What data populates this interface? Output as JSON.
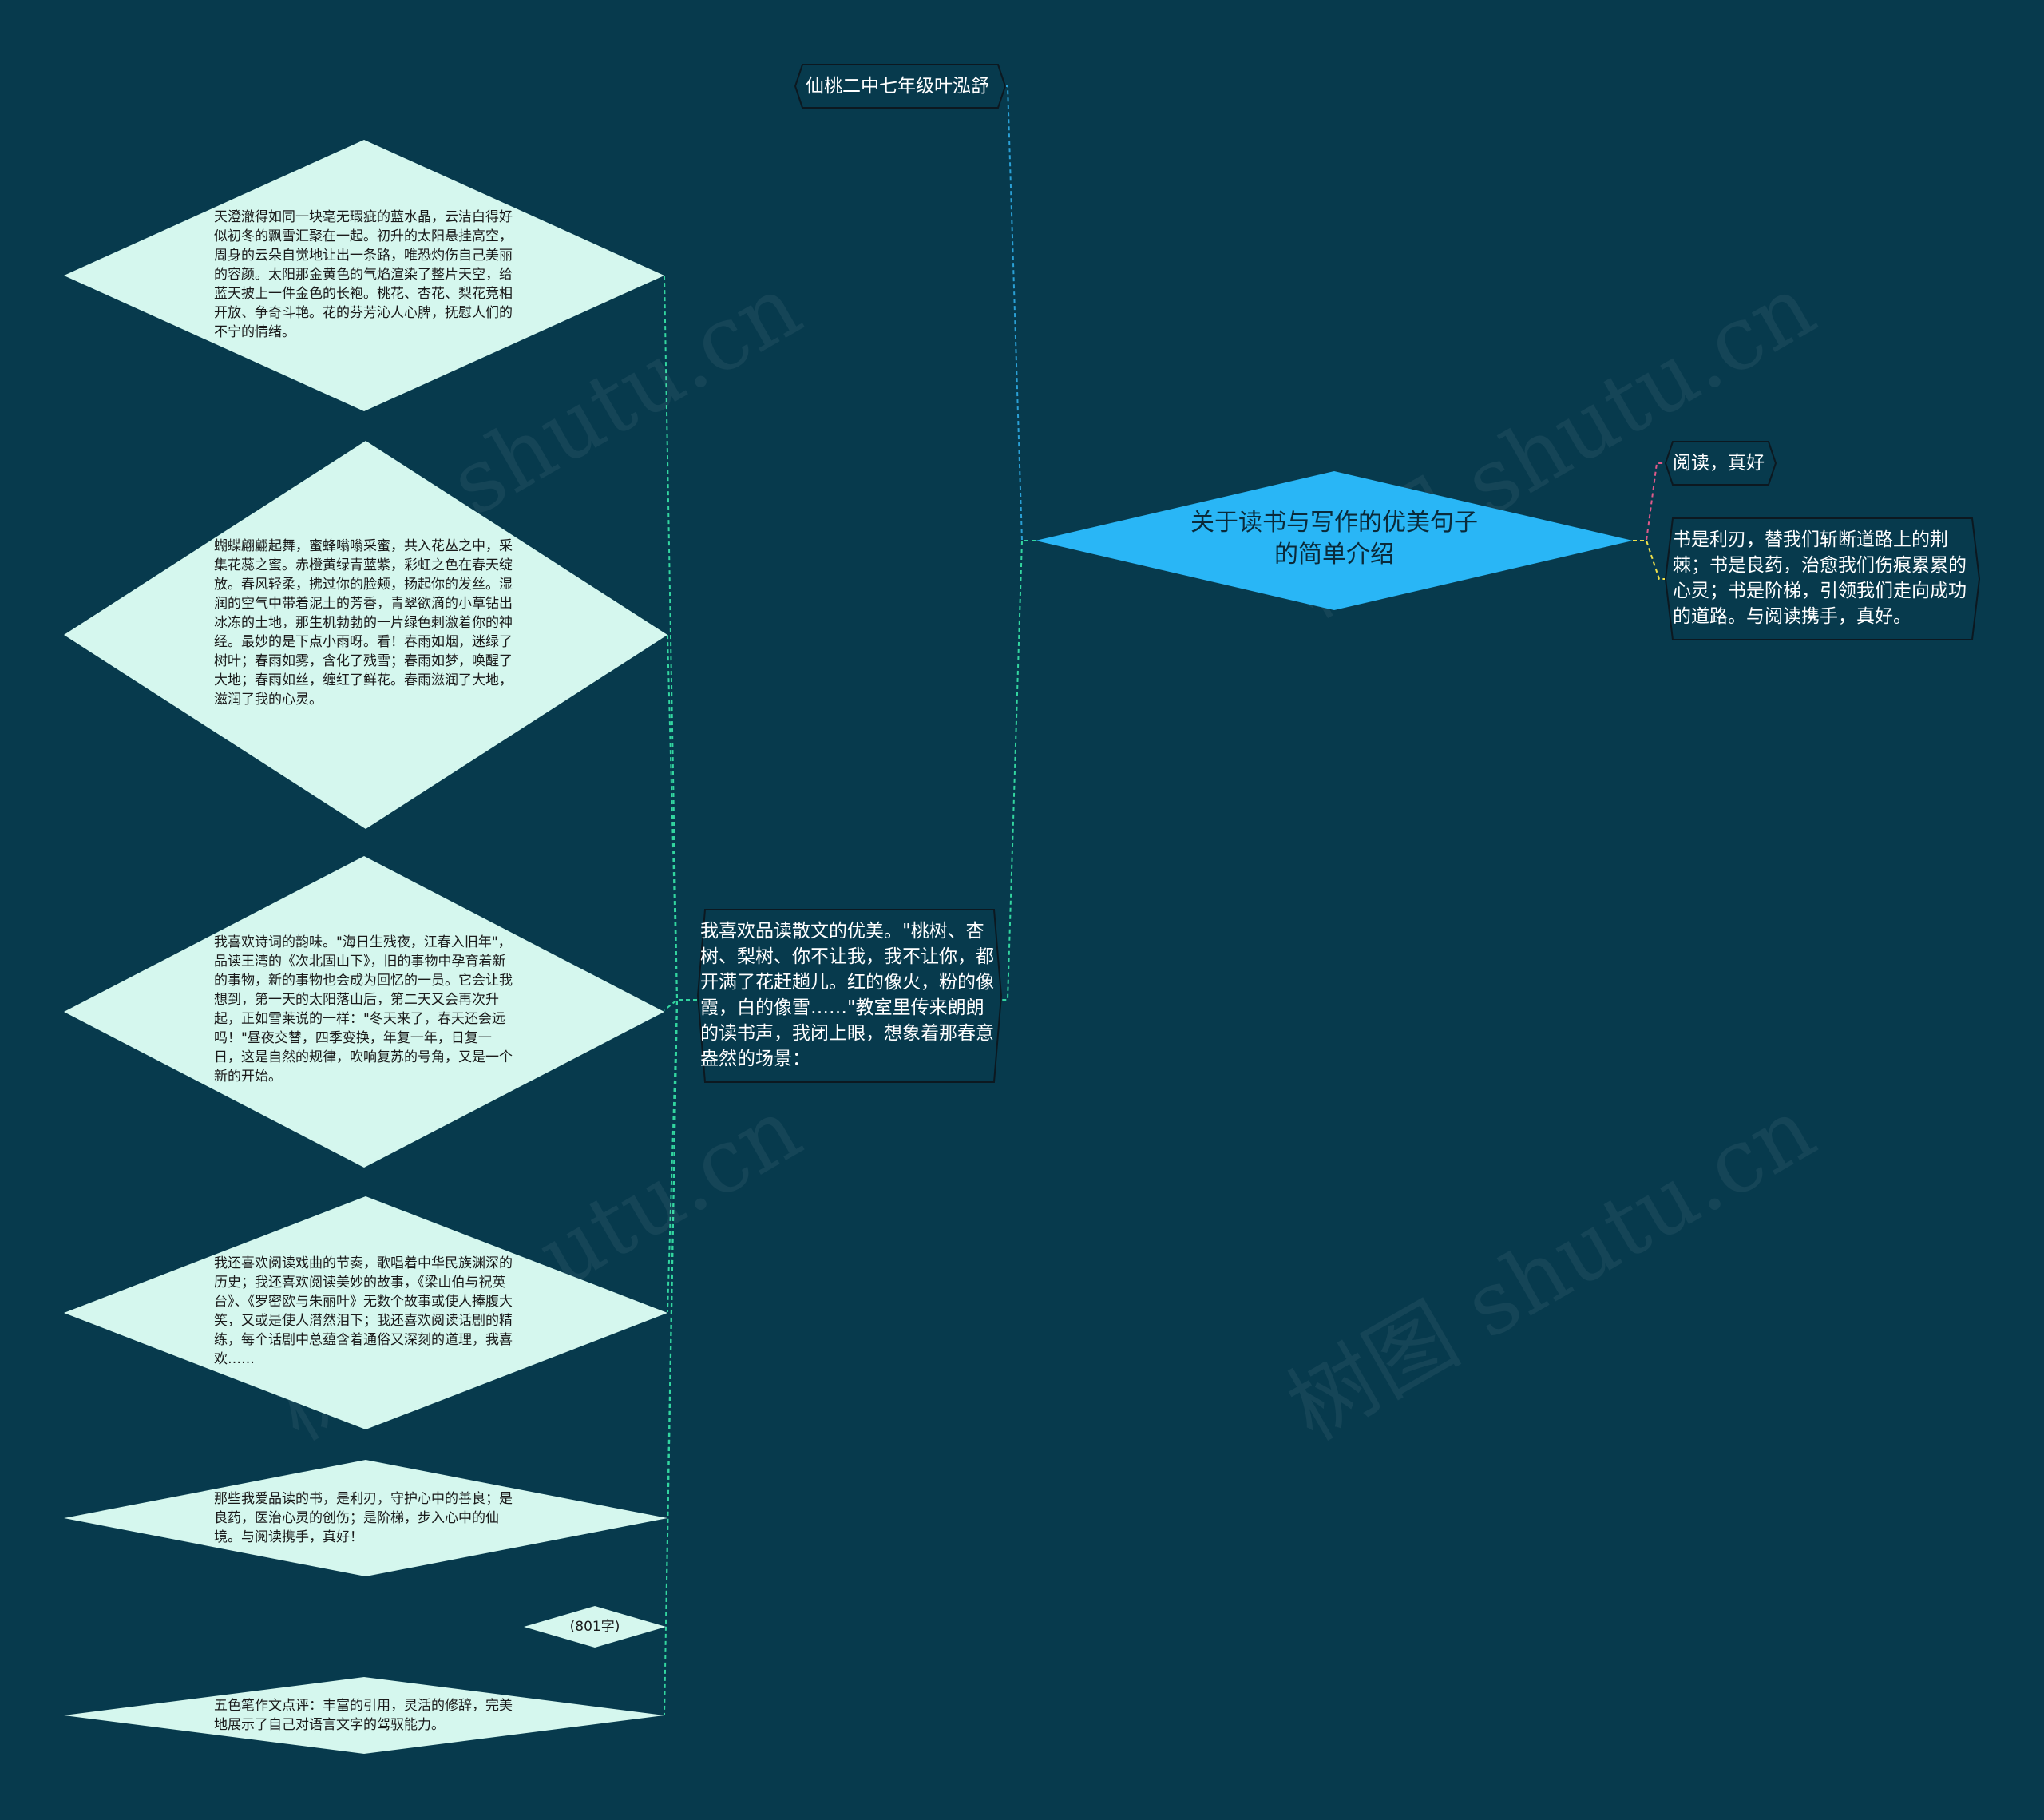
{
  "colors": {
    "background": "#073a4d",
    "root_fill": "#29b6f6",
    "leaf_fill": "#d5f7ee",
    "edge_green": "#33d6a0",
    "edge_blue": "#2aa0d6",
    "edge_pink": "#e05a8a",
    "edge_yellow": "#f2e24a"
  },
  "watermark": "树图 shutu.cn",
  "root": {
    "text": "关于读书与写作的优美句子的简单介绍"
  },
  "right": {
    "n1": "阅读，真好",
    "n2": "书是利刃，替我们斩断道路上的荆棘；书是良药，治愈我们伤痕累累的心灵；书是阶梯，引领我们走向成功的道路。与阅读携手，真好。"
  },
  "author": "仙桃二中七年级叶泓舒",
  "middle": "我喜欢品读散文的优美。\"桃树、杏树、梨树、你不让我，我不让你，都开满了花赶趟儿。红的像火，粉的像霞，白的像雪……\"教室里传来朗朗的读书声，我闭上眼，想象着那春意盎然的场景：",
  "leaves": [
    "天澄澈得如同一块毫无瑕疵的蓝水晶，云洁白得好似初冬的飘雪汇聚在一起。初升的太阳悬挂高空，周身的云朵自觉地让出一条路，唯恐灼伤自己美丽的容颜。太阳那金黄色的气焰渲染了整片天空，给蓝天披上一件金色的长袍。桃花、杏花、梨花竞相开放、争奇斗艳。花的芬芳沁人心脾，抚慰人们的不宁的情绪。",
    "蝴蝶翩翩起舞，蜜蜂嗡嗡采蜜，共入花丛之中，采集花蕊之蜜。赤橙黄绿青蓝紫，彩虹之色在春天绽放。春风轻柔，拂过你的脸颊，扬起你的发丝。湿润的空气中带着泥土的芳香，青翠欲滴的小草钻出冰冻的土地，那生机勃勃的一片绿色刺激着你的神经。最妙的是下点小雨呀。看！春雨如烟，迷绿了树叶；春雨如雾，含化了残雪；春雨如梦，唤醒了大地；春雨如丝，缠红了鲜花。春雨滋润了大地，滋润了我的心灵。",
    "我喜欢诗词的韵味。\"海日生残夜，江春入旧年\"，品读王湾的《次北固山下》，旧的事物中孕育着新的事物，新的事物也会成为回忆的一员。它会让我想到，第一天的太阳落山后，第二天又会再次升起，正如雪莱说的一样：\"冬天来了，春天还会远吗！\"昼夜交替，四季变换，年复一年，日复一日，这是自然的规律，吹响复苏的号角，又是一个新的开始。",
    "我还喜欢阅读戏曲的节奏，歌唱着中华民族渊深的历史；我还喜欢阅读美妙的故事，《梁山伯与祝英台》、《罗密欧与朱丽叶》无数个故事或使人捧腹大笑，又或是使人潸然泪下；我还喜欢阅读话剧的精练，每个话剧中总蕴含着通俗又深刻的道理，我喜欢……",
    "那些我爱品读的书，是利刃，守护心中的善良；是良药，医治心灵的创伤；是阶梯，步入心中的仙境。与阅读携手，真好！",
    "(801字)",
    "五色笔作文点评：丰富的引用，灵活的修辞，完美地展示了自己对语言文字的驾驭能力。"
  ]
}
